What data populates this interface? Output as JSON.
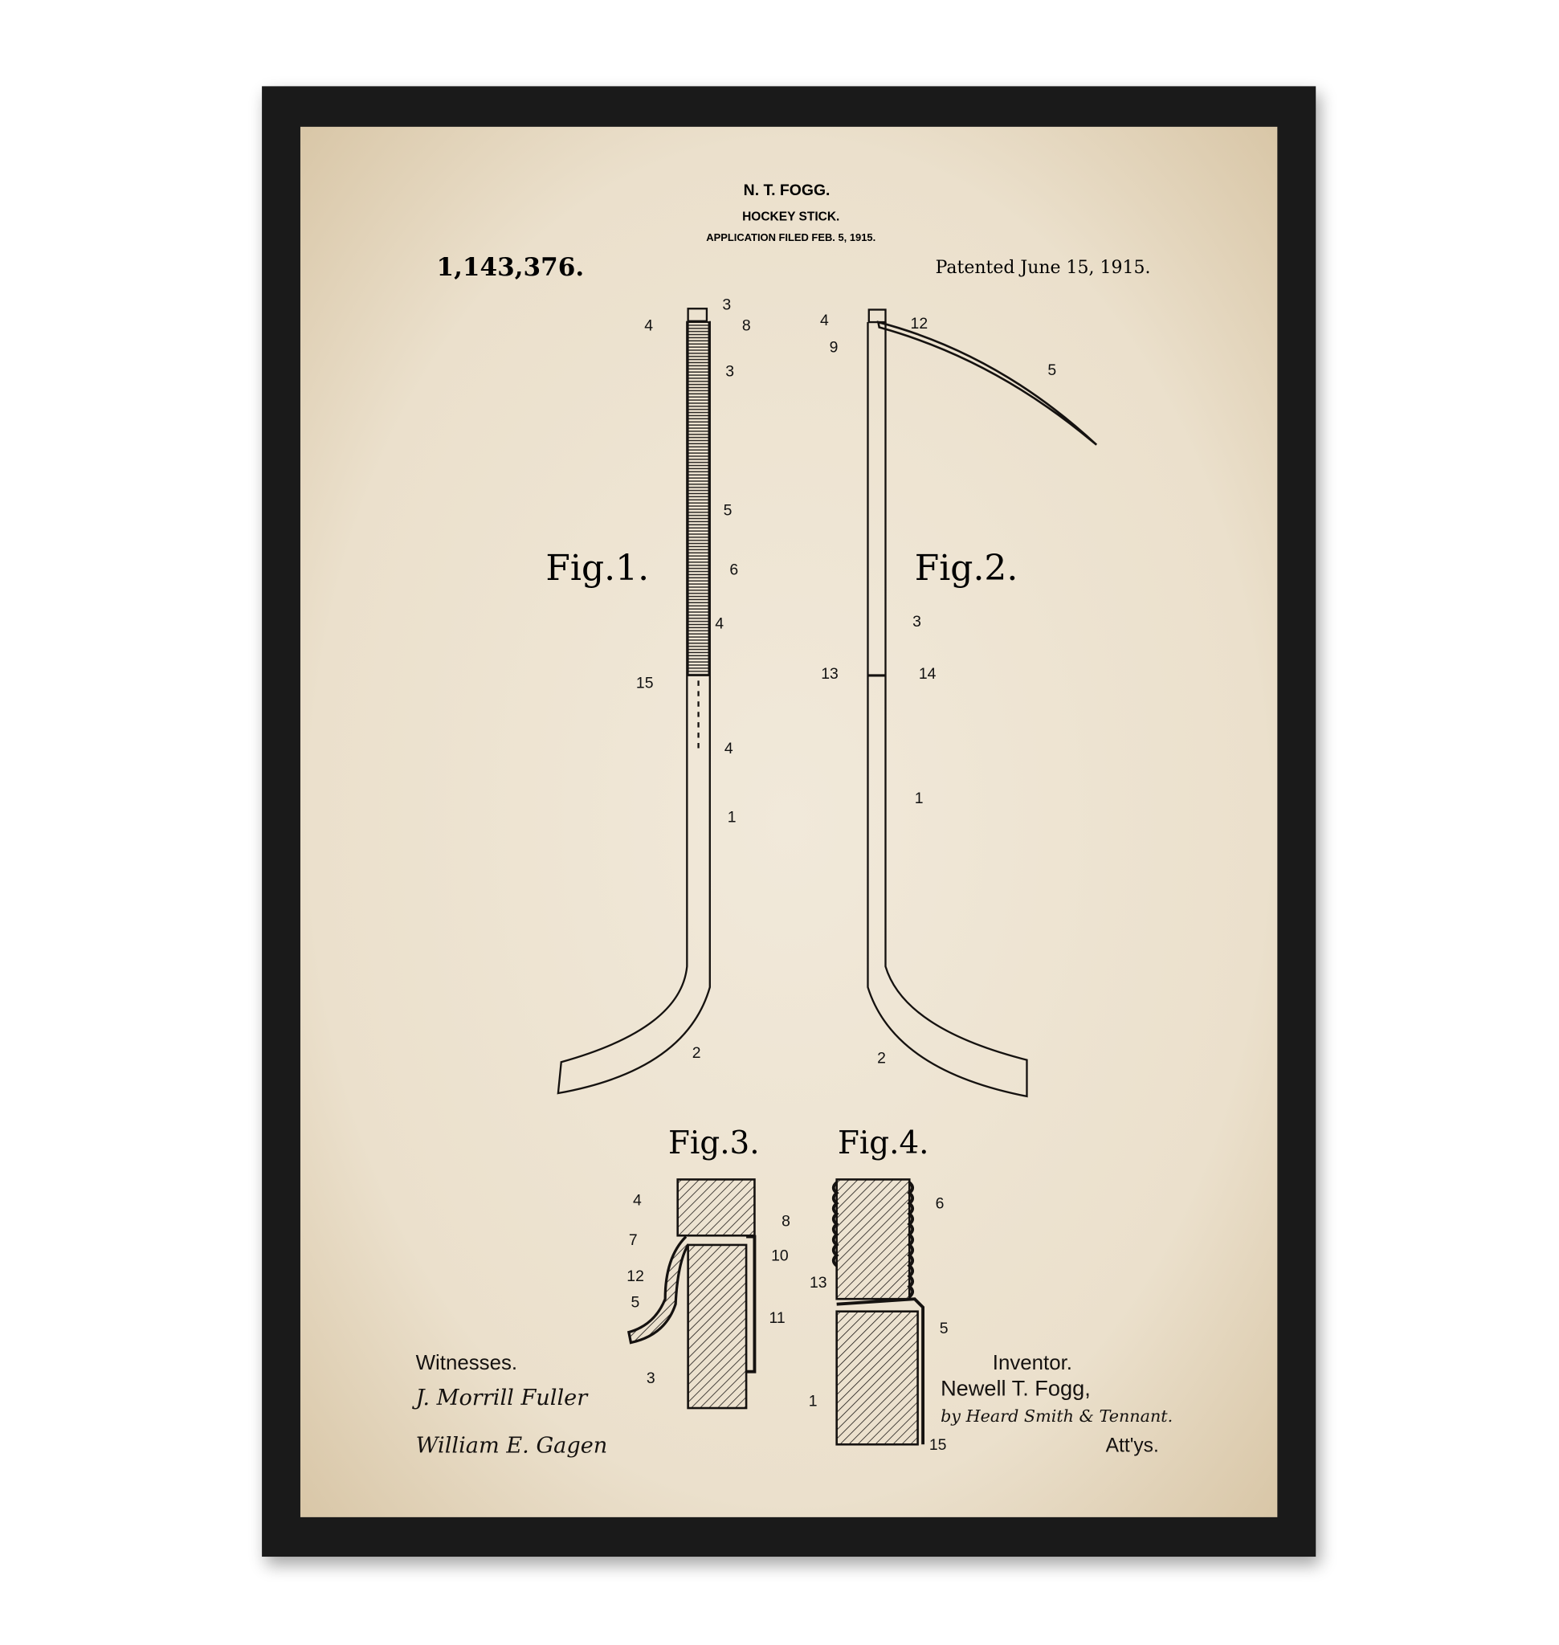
{
  "colors": {
    "frame": "#1a1a1a",
    "paper": "#efe6d6",
    "ink": "#151210"
  },
  "header": {
    "inventor_name": "N. T. FOGG.",
    "title": "HOCKEY STICK.",
    "filed": "APPLICATION FILED FEB. 5, 1915.",
    "patent_number": "1,143,376.",
    "patented": "Patented June 15, 1915."
  },
  "figures": {
    "fig1": "Fig.1.",
    "fig2": "Fig.2.",
    "fig3": "Fig.3.",
    "fig4": "Fig.4."
  },
  "labels": {
    "fig1": [
      "3",
      "4",
      "8",
      "3",
      "5",
      "6",
      "4",
      "15",
      "4",
      "1",
      "2"
    ],
    "fig2": [
      "4",
      "12",
      "9",
      "5",
      "3",
      "13",
      "14",
      "1",
      "2"
    ],
    "fig3": [
      "4",
      "8",
      "7",
      "10",
      "12",
      "5",
      "11",
      "3"
    ],
    "fig4": [
      "6",
      "13",
      "5",
      "1",
      "15"
    ]
  },
  "footer": {
    "witnesses_label": "Witnesses.",
    "witness1": "J. Morrill Fuller",
    "witness2": "William E. Gagen",
    "inventor_label": "Inventor.",
    "inventor": "Newell T. Fogg,",
    "attorneys": "by Heard Smith & Tennant.",
    "attys_label": "Att'ys."
  }
}
